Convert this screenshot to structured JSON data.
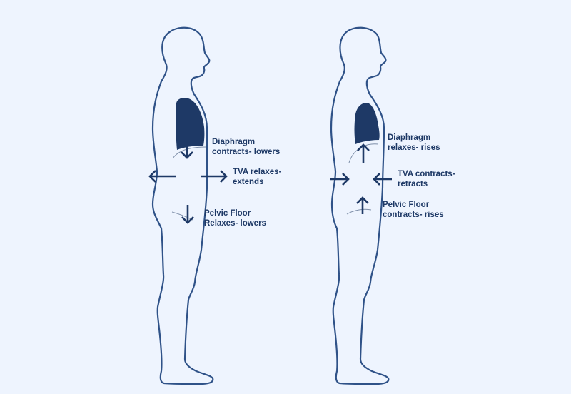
{
  "diagram": {
    "type": "breathing-mechanics-comparison",
    "colors": {
      "background": "#eef4fe",
      "outline": "#2f5288",
      "lung_fill": "#1e3966",
      "text": "#1e3966"
    },
    "figures": [
      {
        "id": "inhale",
        "labels": {
          "diaphragm": {
            "line1": "Diaphragm",
            "line2": "contracts- lowers"
          },
          "tva": {
            "line1": "TVA relaxes-",
            "line2": "extends"
          },
          "pelvic_floor": {
            "line1": "Pelvic Floor",
            "line2": "Relaxes- lowers"
          }
        },
        "arrows": {
          "diaphragm": "down",
          "tva": "outward",
          "pelvic_floor": "down"
        }
      },
      {
        "id": "exhale",
        "labels": {
          "diaphragm": {
            "line1": "Diaphragm",
            "line2": "relaxes- rises"
          },
          "tva": {
            "line1": "TVA contracts-",
            "line2": "retracts"
          },
          "pelvic_floor": {
            "line1": "Pelvic Floor",
            "line2": "contracts- rises"
          }
        },
        "arrows": {
          "diaphragm": "up",
          "tva": "inward",
          "pelvic_floor": "up"
        }
      }
    ]
  }
}
